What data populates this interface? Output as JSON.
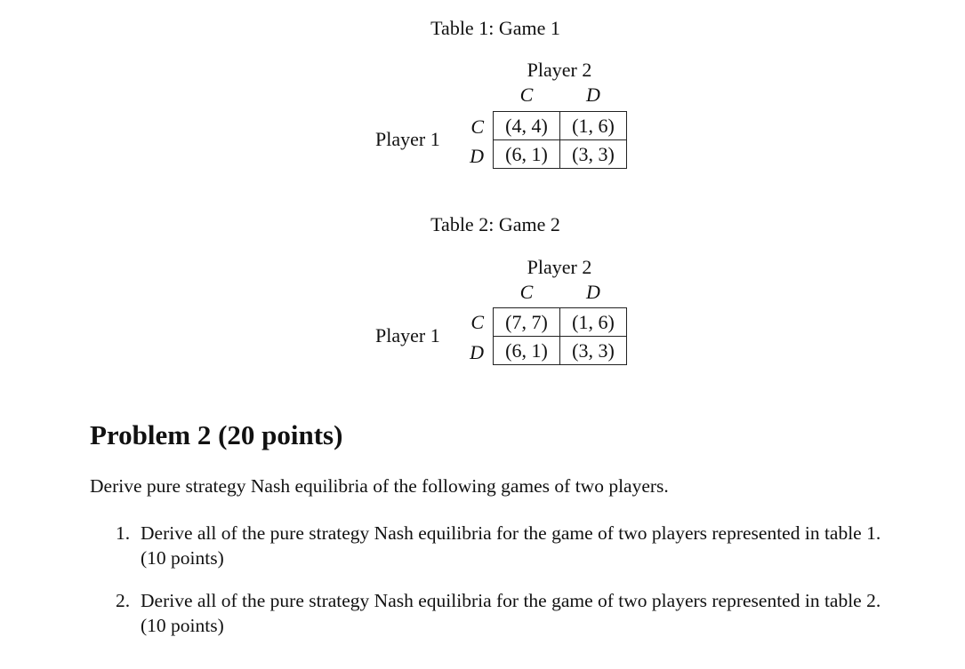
{
  "tables": [
    {
      "caption": "Table 1: Game 1",
      "player_col": "Player 2",
      "player_row": "Player 1",
      "col_strategies": [
        "C",
        "D"
      ],
      "row_strategies": [
        "C",
        "D"
      ],
      "payoffs": [
        [
          "(4, 4)",
          "(1, 6)"
        ],
        [
          "(6, 1)",
          "(3, 3)"
        ]
      ]
    },
    {
      "caption": "Table 2: Game 2",
      "player_col": "Player 2",
      "player_row": "Player 1",
      "col_strategies": [
        "C",
        "D"
      ],
      "row_strategies": [
        "C",
        "D"
      ],
      "payoffs": [
        [
          "(7, 7)",
          "(1, 6)"
        ],
        [
          "(6, 1)",
          "(3, 3)"
        ]
      ]
    }
  ],
  "problem": {
    "heading": "Problem 2 (20 points)",
    "intro": "Derive pure strategy Nash equilibria of the following games of two players.",
    "items": [
      {
        "num": "1.",
        "text": "Derive all of the pure strategy Nash equilibria for the game of two players represented in table 1. (10 points)"
      },
      {
        "num": "2.",
        "text": "Derive all of the pure strategy Nash equilibria for the game of two players represented in table 2. (10 points)"
      }
    ]
  }
}
